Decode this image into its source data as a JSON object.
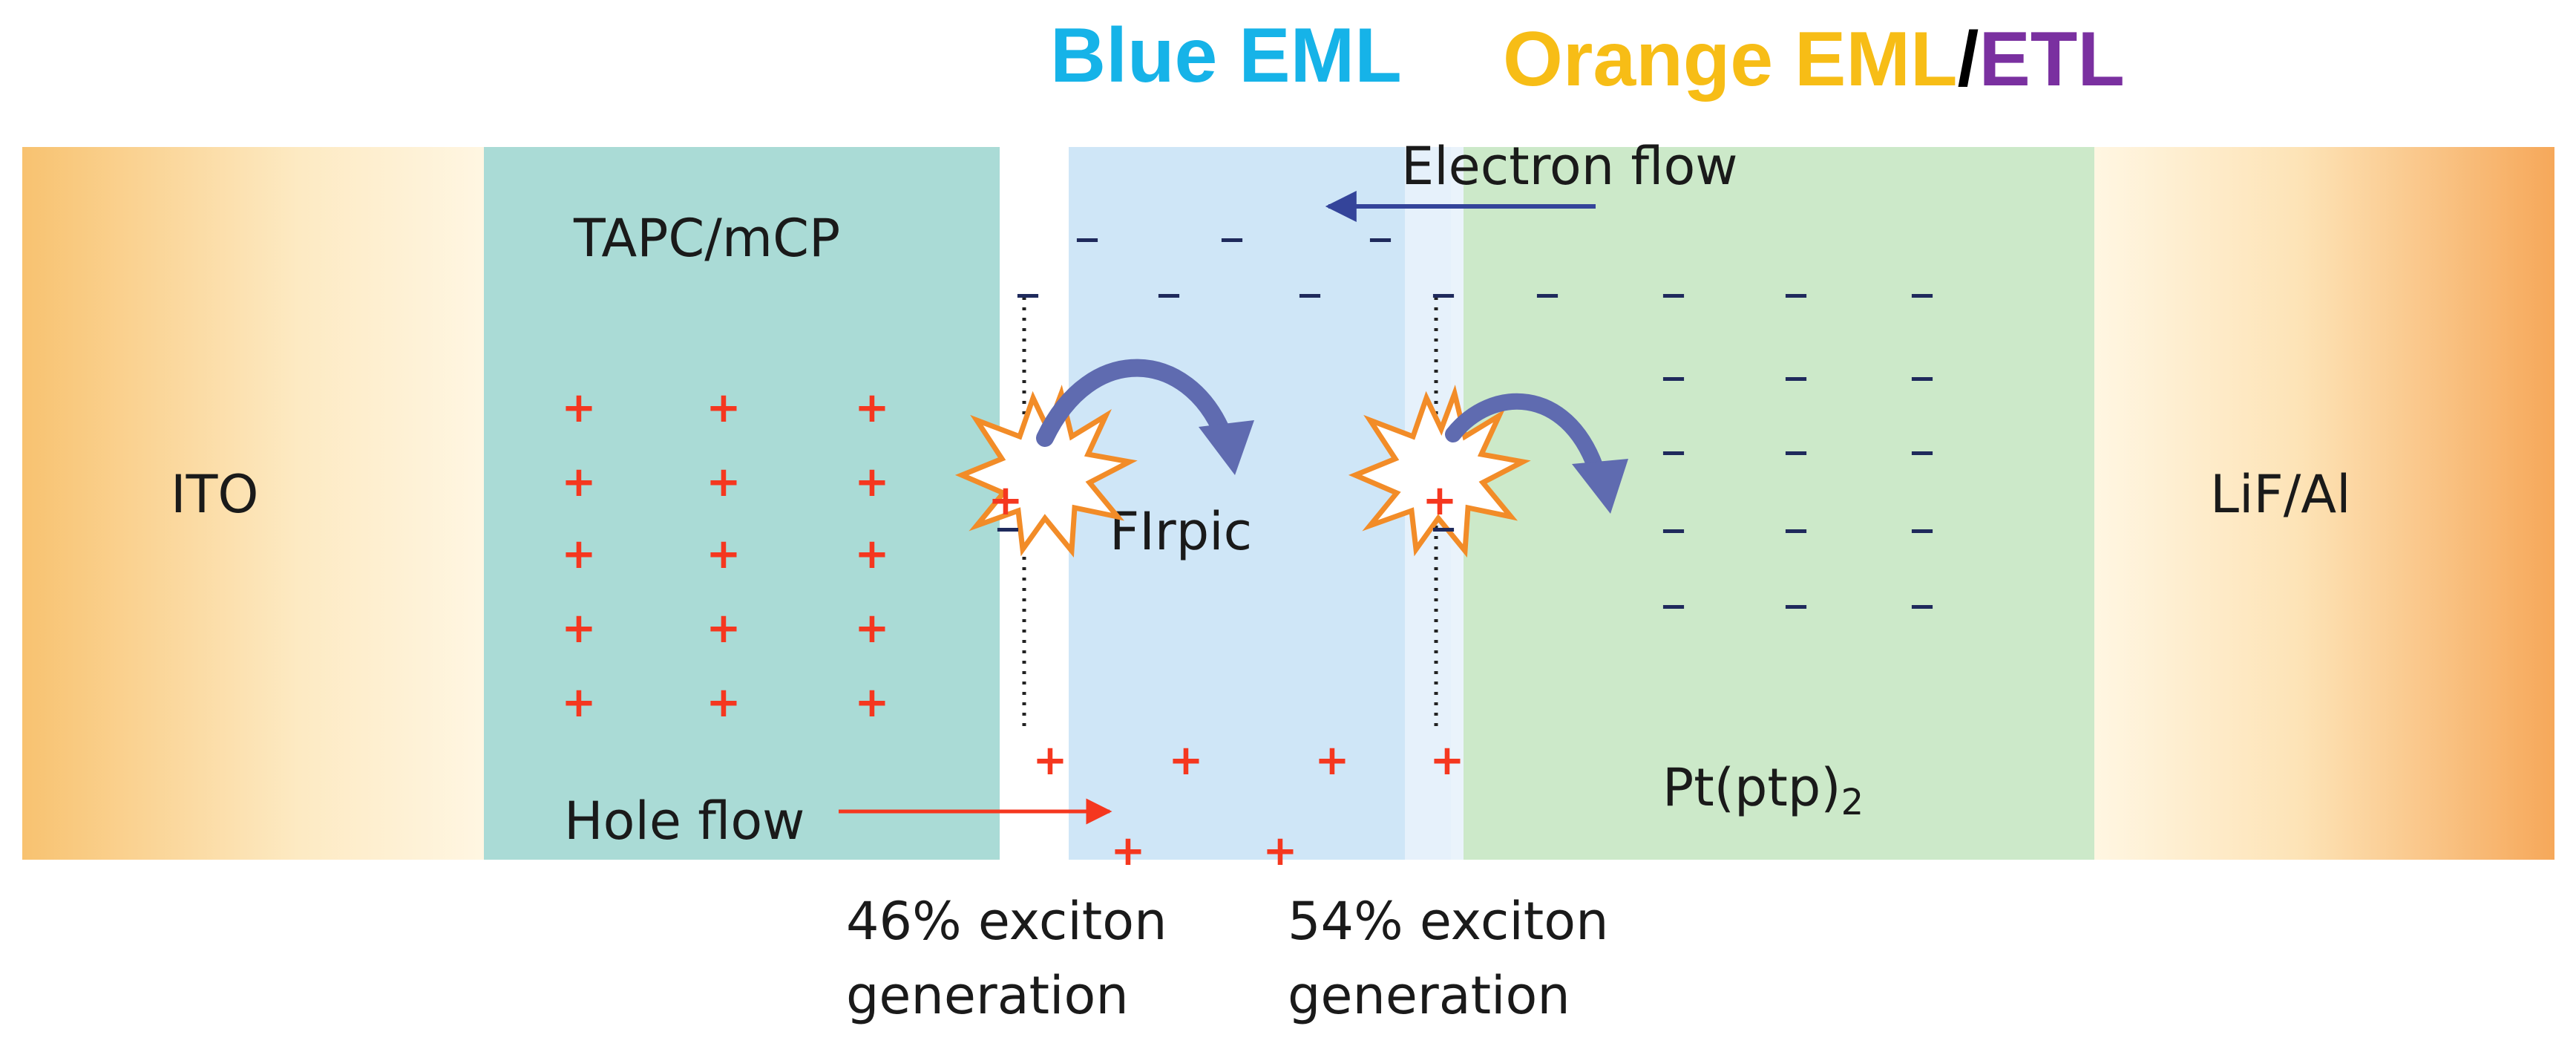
{
  "header": {
    "blue_eml": "Blue EML",
    "orange_eml": "Orange EML",
    "slash": "/",
    "etl": "ETL"
  },
  "layers": {
    "ito": "ITO",
    "htl": "TAPC/mCP",
    "blue_dopant": "FIrpic",
    "orange_dopant_main": "Pt(ptp)",
    "orange_dopant_sub": "2",
    "cathode": "LiF/Al"
  },
  "flows": {
    "electron": "Electron flow",
    "hole": "Hole flow"
  },
  "annotations": {
    "exciton_left_pct": "46% exciton",
    "exciton_left_word": "generation",
    "exciton_right_pct": "54% exciton",
    "exciton_right_word": "generation"
  },
  "symbols": {
    "hole": "+",
    "electron": "–"
  },
  "colors": {
    "blue_eml": "#16b3e8",
    "orange_eml": "#f7bd16",
    "etl": "#7a30a0",
    "hole": "#f5371f",
    "electron": "#1f2a5c",
    "arrow": "#5f6bb0",
    "burst": "#f28c28"
  }
}
